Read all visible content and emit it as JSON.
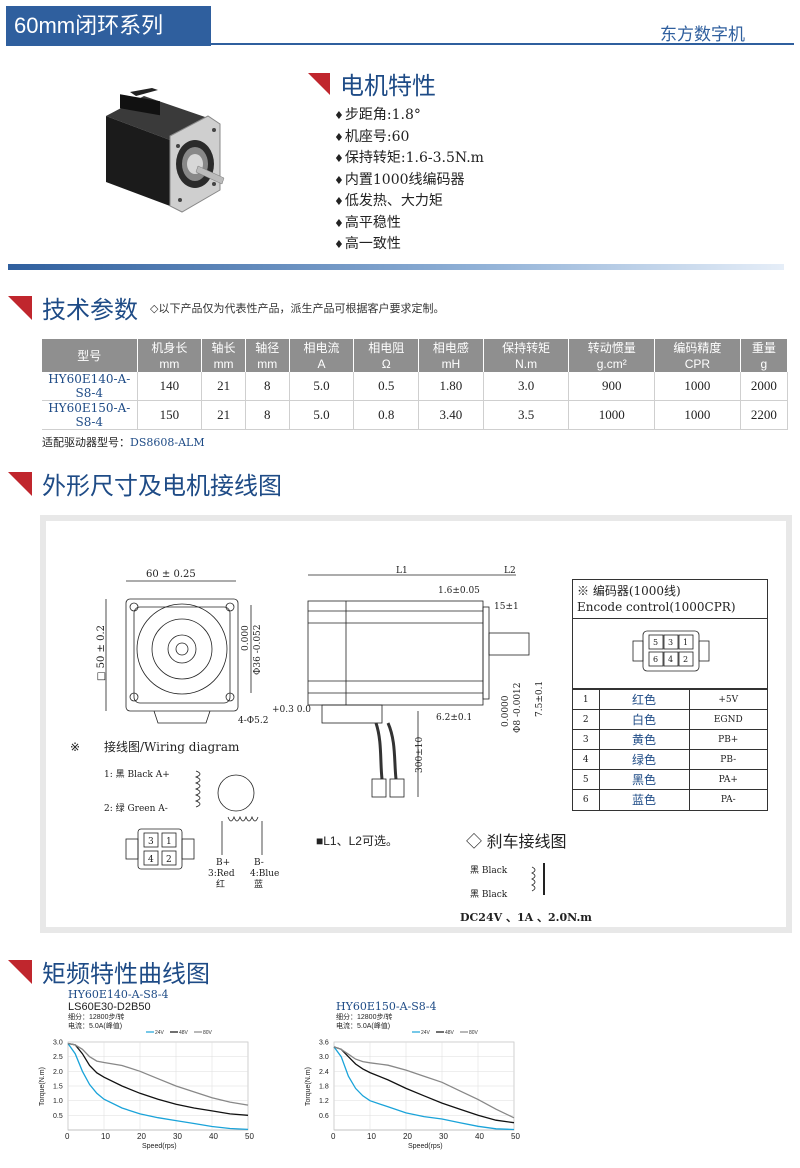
{
  "header": {
    "series_title": "60mm闭环系列",
    "brand": "东方数字机"
  },
  "features": {
    "title": "电机特性",
    "items": [
      "步距角:1.8°",
      "机座号:60",
      "保持转矩:1.6-3.5N.m",
      "内置1000线编码器",
      "低发热、大力矩",
      "高平稳性",
      "高一致性"
    ]
  },
  "tech": {
    "title": "技术参数",
    "note": "◇以下产品仅为代表性产品，派生产品可根据客户要求定制。",
    "columns": [
      {
        "name": "型号",
        "unit": ""
      },
      {
        "name": "机身长",
        "unit": "mm"
      },
      {
        "name": "轴长",
        "unit": "mm"
      },
      {
        "name": "轴径",
        "unit": "mm"
      },
      {
        "name": "相电流",
        "unit": "A"
      },
      {
        "name": "相电阻",
        "unit": "Ω"
      },
      {
        "name": "相电感",
        "unit": "mH"
      },
      {
        "name": "保持转矩",
        "unit": "N.m"
      },
      {
        "name": "转动惯量",
        "unit": "g.cm²"
      },
      {
        "name": "编码精度",
        "unit": "CPR"
      },
      {
        "name": "重量",
        "unit": "g"
      }
    ],
    "rows": [
      [
        "HY60E140-A-S8-4",
        "140",
        "21",
        "8",
        "5.0",
        "0.5",
        "1.80",
        "3.0",
        "900",
        "1000",
        "2000"
      ],
      [
        "HY60E150-A-S8-4",
        "150",
        "21",
        "8",
        "5.0",
        "0.8",
        "3.40",
        "3.5",
        "1000",
        "1000",
        "2200"
      ]
    ],
    "driver_label": "适配驱动器型号：",
    "driver_model": "DS8608-ALM"
  },
  "dims": {
    "title": "外形尺寸及电机接线图",
    "front": {
      "width": "60 ± 0.25",
      "height": "□ 50 ± 0.2",
      "pilot": "Φ36 -0.052",
      "pilot_top": "0.000",
      "hole": "4-Φ5.2",
      "hole_tol": "+0.3 0.0"
    },
    "side": {
      "l1": "L1",
      "l2": "L2",
      "flange": "1.6±0.05",
      "shaft_step": "15±1",
      "shaft_dia": "Φ8 -0.0012",
      "shaft_dia_top": "0.0000",
      "flat": "7.5±0.1",
      "flange2": "6.2±0.1",
      "lead": "300±10"
    },
    "wiring": {
      "title_mark": "※",
      "title": "接线图/Wiring diagram",
      "line1": "1: 黑 Black A+",
      "line2": "2: 绿 Green A-",
      "b_plus": "B+",
      "b_minus": "B-",
      "red": "3:Red",
      "red_cn": "红",
      "blue": "4:Blue",
      "blue_cn": "蓝",
      "pins": [
        "3",
        "1",
        "4",
        "2"
      ]
    },
    "l_note": "■L1、L2可选。",
    "brake": {
      "title": "◇ 刹车接线图",
      "w1": "黑 Black",
      "w2": "黑 Black",
      "spec": "DC24V 、1A 、2.0N.m"
    },
    "encoder": {
      "title1": "※ 编码器(1000线)",
      "title2": "Encode control(1000CPR)",
      "pins_top": [
        "5",
        "3",
        "1"
      ],
      "pins_bot": [
        "6",
        "4",
        "2"
      ],
      "rows": [
        [
          "1",
          "红色",
          "+5V"
        ],
        [
          "2",
          "白色",
          "EGND"
        ],
        [
          "3",
          "黄色",
          "PB+"
        ],
        [
          "4",
          "绿色",
          "PB-"
        ],
        [
          "5",
          "黑色",
          "PA+"
        ],
        [
          "6",
          "蓝色",
          "PA-"
        ]
      ]
    }
  },
  "curves": {
    "title": "矩频特性曲线图",
    "left": {
      "model": "HY60E140-A-S8-4",
      "driver": "LS60E30-D2B50",
      "line1": "细分：12800步/转",
      "line2": "电流：5.0A(峰值)"
    },
    "right": {
      "model": "HY60E150-A-S8-4",
      "line1": "细分：12800步/转",
      "line2": "电流：5.0A(峰值)"
    },
    "colors": {
      "v24": "#1aa3d9",
      "v48": "#111111",
      "v80": "#888888"
    }
  },
  "chart_data": [
    {
      "type": "line",
      "title": "",
      "xlabel": "Speed(rps)",
      "ylabel": "Torque(N.m)",
      "xlim": [
        0,
        50
      ],
      "ylim": [
        0,
        3.0
      ],
      "xticks": [
        "0",
        "10",
        "20",
        "30",
        "40",
        "50"
      ],
      "yticks": [
        "0.5",
        "1.0",
        "1.5",
        "2.0",
        "2.5",
        "3.0"
      ],
      "legend": [
        "24V",
        "48V",
        "80V"
      ],
      "series": [
        {
          "name": "24V",
          "x": [
            0,
            2,
            4,
            6,
            8,
            10,
            15,
            20,
            25,
            30,
            35,
            40,
            45,
            50
          ],
          "y": [
            2.95,
            2.6,
            2.0,
            1.55,
            1.25,
            1.05,
            0.75,
            0.55,
            0.42,
            0.32,
            0.22,
            0.12,
            0.05,
            0.02
          ]
        },
        {
          "name": "48V",
          "x": [
            0,
            2,
            4,
            6,
            8,
            10,
            15,
            20,
            25,
            30,
            35,
            40,
            45,
            50
          ],
          "y": [
            2.95,
            2.9,
            2.6,
            2.2,
            1.95,
            1.8,
            1.5,
            1.25,
            1.05,
            0.88,
            0.75,
            0.65,
            0.55,
            0.5
          ]
        },
        {
          "name": "80V",
          "x": [
            0,
            2,
            4,
            6,
            8,
            10,
            15,
            20,
            25,
            30,
            35,
            40,
            45,
            50
          ],
          "y": [
            2.95,
            2.9,
            2.75,
            2.5,
            2.35,
            2.3,
            2.2,
            2.0,
            1.75,
            1.5,
            1.3,
            1.1,
            0.95,
            0.85
          ]
        }
      ]
    },
    {
      "type": "line",
      "title": "",
      "xlabel": "Speed(rps)",
      "ylabel": "Torque(N.m)",
      "xlim": [
        0,
        50
      ],
      "ylim": [
        0,
        3.6
      ],
      "xticks": [
        "0",
        "10",
        "20",
        "30",
        "40",
        "50"
      ],
      "yticks": [
        "0.6",
        "1.2",
        "1.8",
        "2.4",
        "3.0",
        "3.6"
      ],
      "legend": [
        "24V",
        "48V",
        "80V"
      ],
      "series": [
        {
          "name": "24V",
          "x": [
            0,
            2,
            4,
            6,
            8,
            10,
            15,
            20,
            25,
            30,
            35,
            40,
            45,
            50
          ],
          "y": [
            3.4,
            3.0,
            2.2,
            1.7,
            1.4,
            1.2,
            0.95,
            0.7,
            0.55,
            0.45,
            0.3,
            0.15,
            0.05,
            0.02
          ]
        },
        {
          "name": "48V",
          "x": [
            0,
            2,
            4,
            6,
            8,
            10,
            15,
            20,
            25,
            30,
            35,
            40,
            45,
            50
          ],
          "y": [
            3.4,
            3.3,
            3.0,
            2.7,
            2.5,
            2.35,
            2.05,
            1.7,
            1.4,
            1.1,
            0.85,
            0.6,
            0.4,
            0.3
          ]
        },
        {
          "name": "80V",
          "x": [
            0,
            2,
            4,
            6,
            8,
            10,
            15,
            20,
            25,
            30,
            35,
            40,
            45,
            50
          ],
          "y": [
            3.4,
            3.3,
            3.1,
            2.9,
            2.8,
            2.75,
            2.65,
            2.45,
            2.2,
            1.95,
            1.6,
            1.25,
            0.85,
            0.5
          ]
        }
      ]
    }
  ]
}
